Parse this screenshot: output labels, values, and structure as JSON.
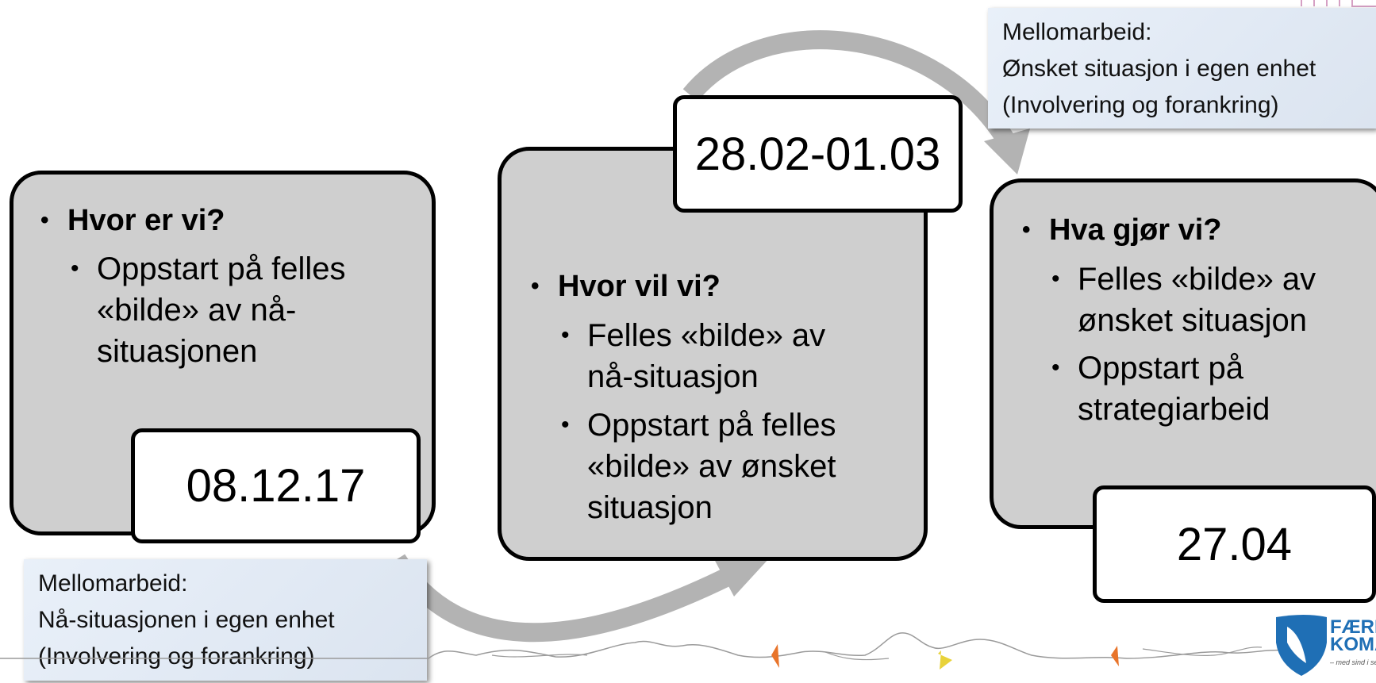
{
  "boxes": [
    {
      "heading": "Hvor er vi?",
      "items": [
        "Oppstart på felles «bilde» av nå-situasjonen"
      ],
      "lines": [
        [
          "Oppstart på felles",
          "«bilde» av nå-",
          "situasjonen"
        ]
      ],
      "date": "08.12.17"
    },
    {
      "heading": "Hvor vil vi?",
      "items": [
        "Felles «bilde» av nå-situasjon",
        "Oppstart på felles «bilde» av ønsket situasjon"
      ],
      "lines": [
        [
          "Felles «bilde» av",
          "nå-situasjon"
        ],
        [
          "Oppstart på felles",
          "«bilde» av ønsket",
          "situasjon"
        ]
      ],
      "date": "28.02-01.03"
    },
    {
      "heading": "Hva gjør vi?",
      "items": [
        "Felles «bilde» av ønsket situasjon",
        "Oppstart på strategiarbeid"
      ],
      "lines": [
        [
          "Felles «bilde» av",
          "ønsket situasjon"
        ],
        [
          "Oppstart på",
          "strategiarbeid"
        ]
      ],
      "date": "27.04"
    }
  ],
  "notes": [
    {
      "lines": [
        "Mellomarbeid:",
        "Nå-situasjonen i egen enhet",
        "(Involvering og forankring)"
      ]
    },
    {
      "lines": [
        "Mellomarbeid:",
        "Ønsket situasjon i egen enhet",
        "(Involvering og forankring)"
      ]
    }
  ],
  "logo": {
    "text": "FÆRD KOMA",
    "tagline": "– med sind i se"
  },
  "colors": {
    "panel": "#cfcfcf",
    "arrow": "#b3b3b3",
    "note_bg": "#e2eaf5",
    "boat_orange": "#e8742a",
    "boat_yellow": "#e8d23a",
    "logo_blue": "#1f6fb5"
  }
}
